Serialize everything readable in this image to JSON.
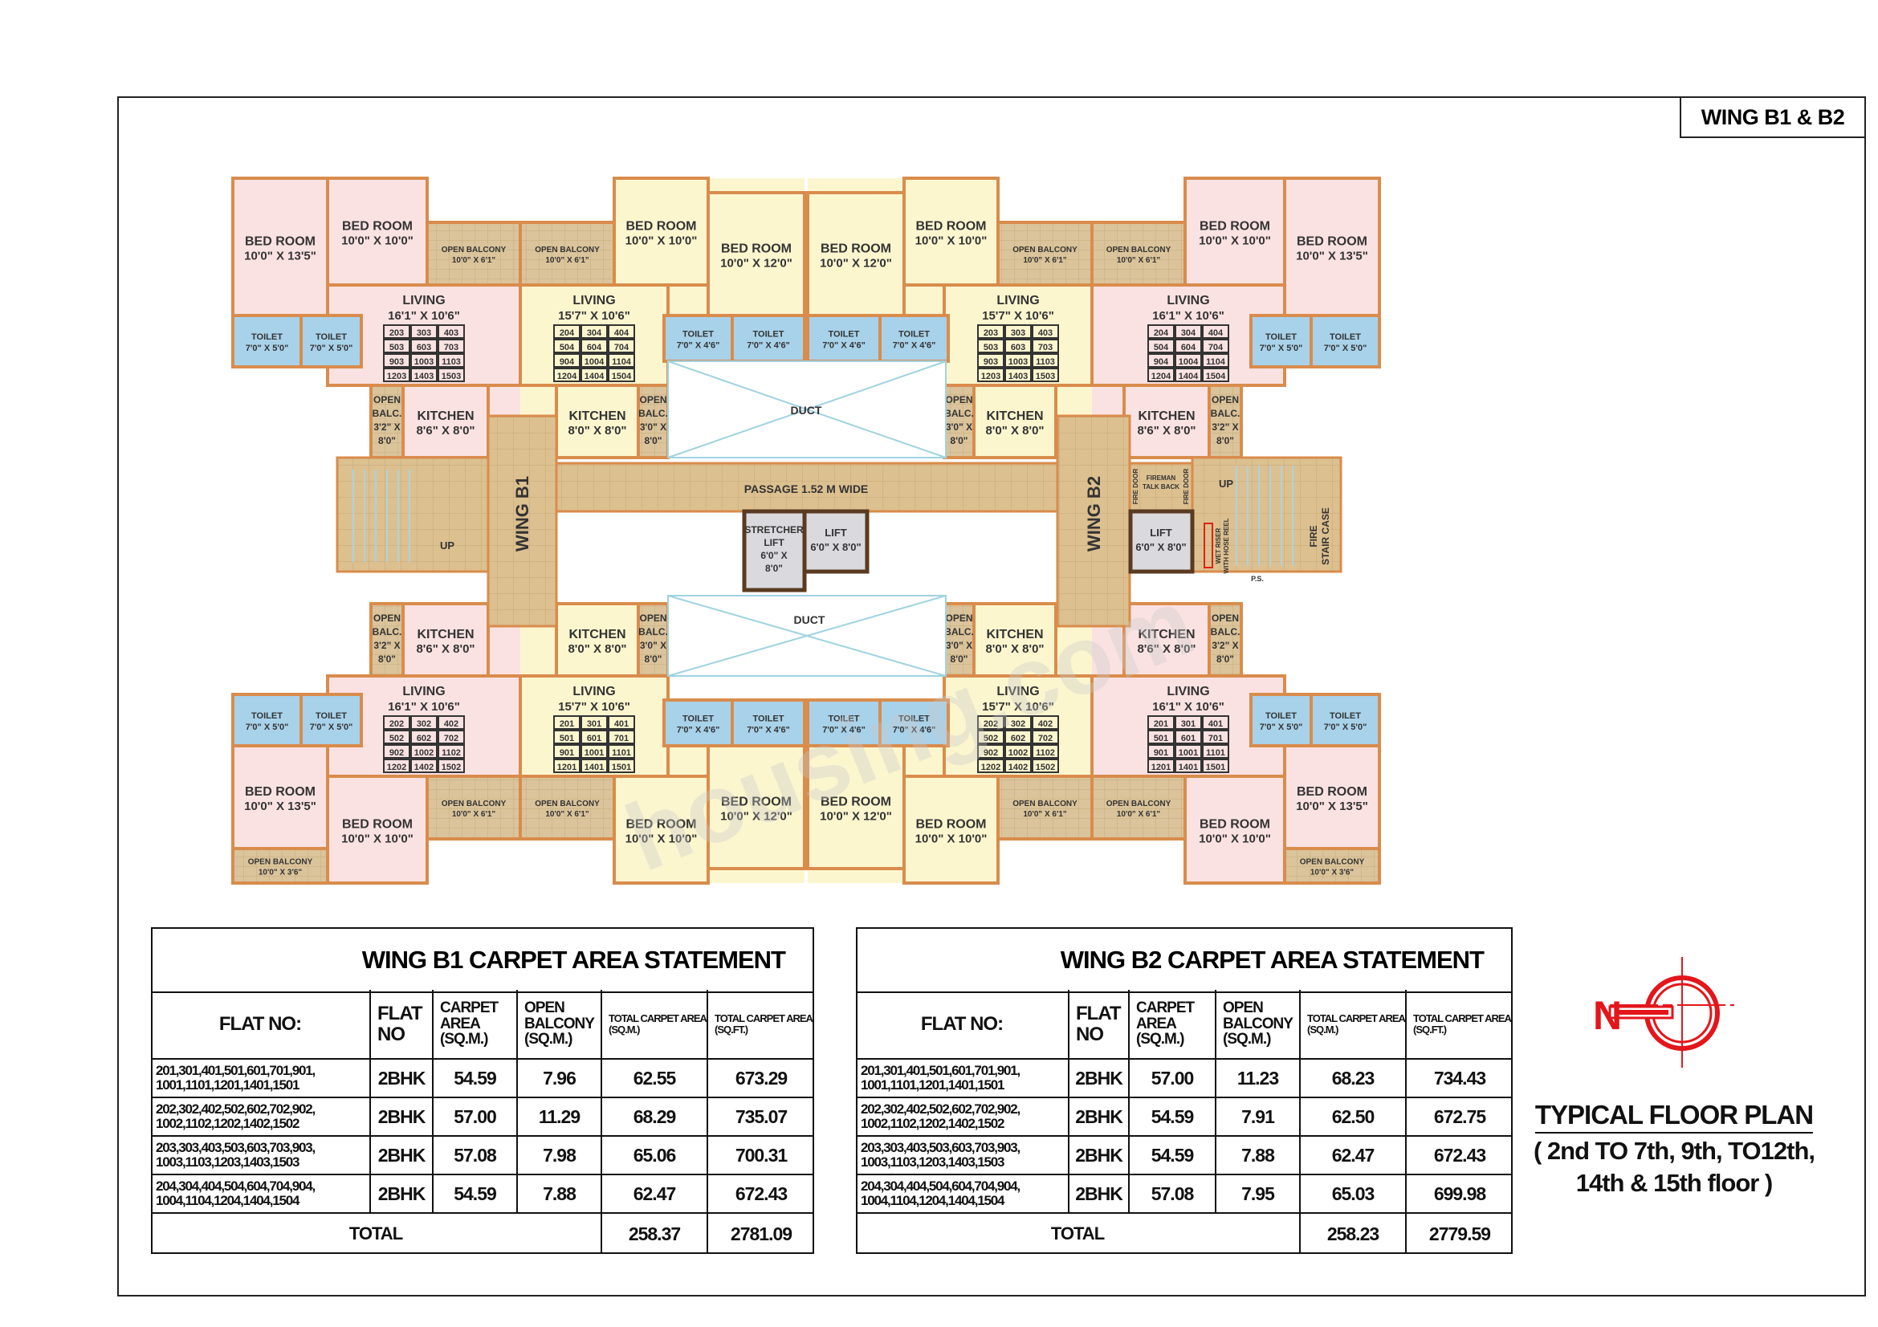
{
  "header": {
    "wing_label": "WING B1 & B2"
  },
  "watermark": "housing.com",
  "floor_plan": {
    "colors": {
      "pink": "#fbe2e2",
      "yellow": "#fcf6cf",
      "toilet": "#a8d2ea",
      "balcony": "#dbc49b",
      "passage": "#dcc090",
      "wall": "#d98c4c",
      "lift": "#d9d9de",
      "duct_line": "#9fd3e0"
    },
    "flats": [
      {
        "wing": "B1",
        "row": "top",
        "style": "pink",
        "flat_numbers": [
          "203",
          "303",
          "403",
          "503",
          "603",
          "703",
          "903",
          "1003",
          "1103",
          "1203",
          "1403",
          "1503"
        ],
        "rooms": [
          {
            "key": "master_bed",
            "name": "BED ROOM",
            "size": "10'0\" X 13'5\""
          },
          {
            "key": "bed2",
            "name": "BED ROOM",
            "size": "10'0\" X 10'0\""
          },
          {
            "key": "living",
            "name": "LIVING",
            "size": "16'1\" X 10'6\""
          },
          {
            "key": "toilet1",
            "name": "TOILET",
            "size": "7'0\" X 5'0\""
          },
          {
            "key": "toilet2",
            "name": "TOILET",
            "size": "7'0\" X 5'0\""
          },
          {
            "key": "balcony",
            "name": "OPEN BALCONY",
            "size": "10'0\" X 6'1\""
          },
          {
            "key": "kitchen",
            "name": "KITCHEN",
            "size": "8'6\" X 8'0\""
          },
          {
            "key": "kitchen_balcony",
            "lines": [
              "OPEN",
              "BALC.",
              "3'2\" X",
              "8'0\""
            ]
          }
        ]
      },
      {
        "wing": "B1",
        "row": "top",
        "style": "yellow",
        "flat_numbers": [
          "204",
          "304",
          "404",
          "504",
          "604",
          "704",
          "904",
          "1004",
          "1104",
          "1204",
          "1404",
          "1504"
        ],
        "rooms": [
          {
            "key": "living",
            "name": "LIVING",
            "size": "15'7\" X 10'6\""
          },
          {
            "key": "balcony",
            "name": "OPEN BALCONY",
            "size": "10'0\" X 6'1\""
          },
          {
            "key": "bed1",
            "name": "BED ROOM",
            "size": "10'0\" X 10'0\""
          },
          {
            "key": "bed2",
            "name": "BED ROOM",
            "size": "10'0\" X 12'0\""
          },
          {
            "key": "toilet1",
            "name": "TOILET",
            "size": "7'0\" X 4'6\""
          },
          {
            "key": "toilet2",
            "name": "TOILET",
            "size": "7'0\" X 4'6\""
          },
          {
            "key": "kitchen",
            "name": "KITCHEN",
            "size": "8'0\" X 8'0\""
          },
          {
            "key": "kitchen_balcony",
            "lines": [
              "OPEN",
              "BALC.",
              "3'0\" X",
              "8'0\""
            ]
          }
        ]
      },
      {
        "wing": "B2",
        "row": "top",
        "style": "yellow",
        "flat_numbers": [
          "203",
          "303",
          "403",
          "503",
          "603",
          "703",
          "903",
          "1003",
          "1103",
          "1203",
          "1403",
          "1503"
        ],
        "rooms": [
          {
            "key": "living",
            "name": "LIVING",
            "size": "15'7\" X 10'6\""
          },
          {
            "key": "balcony",
            "name": "OPEN BALCONY",
            "size": "10'0\" X 6'1\""
          },
          {
            "key": "bed1",
            "name": "BED ROOM",
            "size": "10'0\" X 10'0\""
          },
          {
            "key": "bed2",
            "name": "BED ROOM",
            "size": "10'0\" X 12'0\""
          },
          {
            "key": "toilet1",
            "name": "TOILET",
            "size": "7'0\" X 4'6\""
          },
          {
            "key": "toilet2",
            "name": "TOILET",
            "size": "7'0\" X 4'6\""
          },
          {
            "key": "kitchen",
            "name": "KITCHEN",
            "size": "8'0\" X 8'0\""
          },
          {
            "key": "kitchen_balcony",
            "lines": [
              "OPEN",
              "BALC.",
              "3'0\" X",
              "8'0\""
            ]
          }
        ]
      },
      {
        "wing": "B2",
        "row": "top",
        "style": "pink",
        "flat_numbers": [
          "204",
          "304",
          "404",
          "504",
          "604",
          "704",
          "904",
          "1004",
          "1104",
          "1204",
          "1404",
          "1504"
        ],
        "rooms": [
          {
            "key": "master_bed",
            "name": "BED ROOM",
            "size": "10'0\" X 13'5\""
          },
          {
            "key": "bed2",
            "name": "BED ROOM",
            "size": "10'0\" X 10'0\""
          },
          {
            "key": "living",
            "name": "LIVING",
            "size": "16'1\" X 10'6\""
          },
          {
            "key": "toilet1",
            "name": "TOILET",
            "size": "7'0\" X 5'0\""
          },
          {
            "key": "toilet2",
            "name": "TOILET",
            "size": "7'0\" X 5'0\""
          },
          {
            "key": "balcony",
            "name": "OPEN BALCONY",
            "size": "10'0\" X 6'1\""
          },
          {
            "key": "kitchen",
            "name": "KITCHEN",
            "size": "8'6\" X 8'0\""
          },
          {
            "key": "kitchen_balcony",
            "lines": [
              "OPEN",
              "BALC.",
              "3'2\" X",
              "8'0\""
            ]
          }
        ]
      },
      {
        "wing": "B1",
        "row": "bottom",
        "style": "pink",
        "flat_numbers": [
          "202",
          "302",
          "402",
          "502",
          "602",
          "702",
          "902",
          "1002",
          "1102",
          "1202",
          "1402",
          "1502"
        ],
        "rooms": [
          {
            "key": "master_bed",
            "name": "BED ROOM",
            "size": "10'0\" X 13'5\""
          },
          {
            "key": "bed2",
            "name": "BED ROOM",
            "size": "10'0\" X 10'0\""
          },
          {
            "key": "living",
            "name": "LIVING",
            "size": "16'1\" X 10'6\""
          },
          {
            "key": "toilet1",
            "name": "TOILET",
            "size": "7'0\" X 5'0\""
          },
          {
            "key": "toilet2",
            "name": "TOILET",
            "size": "7'0\" X 5'0\""
          },
          {
            "key": "balcony",
            "name": "OPEN BALCONY",
            "size": "10'0\" X 6'1\""
          },
          {
            "key": "kitchen",
            "name": "KITCHEN",
            "size": "8'6\" X 8'0\""
          },
          {
            "key": "kitchen_balcony",
            "lines": [
              "OPEN",
              "BALC.",
              "3'2\" X",
              "8'0\""
            ]
          },
          {
            "key": "master_balcony",
            "name": "OPEN BALCONY",
            "size": "10'0\" X 3'6\""
          }
        ]
      },
      {
        "wing": "B1",
        "row": "bottom",
        "style": "yellow",
        "flat_numbers": [
          "201",
          "301",
          "401",
          "501",
          "601",
          "701",
          "901",
          "1001",
          "1101",
          "1201",
          "1401",
          "1501"
        ],
        "rooms": [
          {
            "key": "living",
            "name": "LIVING",
            "size": "15'7\" X 10'6\""
          },
          {
            "key": "balcony",
            "name": "OPEN BALCONY",
            "size": "10'0\" X 6'1\""
          },
          {
            "key": "bed1",
            "name": "BED ROOM",
            "size": "10'0\" X 10'0\""
          },
          {
            "key": "bed2",
            "name": "BED ROOM",
            "size": "10'0\" X 12'0\""
          },
          {
            "key": "toilet1",
            "name": "TOILET",
            "size": "7'0\" X 4'6\""
          },
          {
            "key": "toilet2",
            "name": "TOILET",
            "size": "7'0\" X 4'6\""
          },
          {
            "key": "kitchen",
            "name": "KITCHEN",
            "size": "8'0\" X 8'0\""
          },
          {
            "key": "kitchen_balcony",
            "lines": [
              "OPEN",
              "BALC.",
              "3'0\" X",
              "8'0\""
            ]
          }
        ]
      },
      {
        "wing": "B2",
        "row": "bottom",
        "style": "yellow",
        "flat_numbers": [
          "202",
          "302",
          "402",
          "502",
          "602",
          "702",
          "902",
          "1002",
          "1102",
          "1202",
          "1402",
          "1502"
        ],
        "rooms": [
          {
            "key": "living",
            "name": "LIVING",
            "size": "15'7\" X 10'6\""
          },
          {
            "key": "balcony",
            "name": "OPEN BALCONY",
            "size": "10'0\" X 6'1\""
          },
          {
            "key": "bed1",
            "name": "BED ROOM",
            "size": "10'0\" X 10'0\""
          },
          {
            "key": "bed2",
            "name": "BED ROOM",
            "size": "10'0\" X 12'0\""
          },
          {
            "key": "toilet1",
            "name": "TOILET",
            "size": "7'0\" X 4'6\""
          },
          {
            "key": "toilet2",
            "name": "TOILET",
            "size": "7'0\" X 4'6\""
          },
          {
            "key": "kitchen",
            "name": "KITCHEN",
            "size": "8'0\" X 8'0\""
          },
          {
            "key": "kitchen_balcony",
            "lines": [
              "OPEN",
              "BALC.",
              "3'0\" X",
              "8'0\""
            ]
          }
        ]
      },
      {
        "wing": "B2",
        "row": "bottom",
        "style": "pink",
        "flat_numbers": [
          "201",
          "301",
          "401",
          "501",
          "601",
          "701",
          "901",
          "1001",
          "1101",
          "1201",
          "1401",
          "1501"
        ],
        "rooms": [
          {
            "key": "master_bed",
            "name": "BED ROOM",
            "size": "10'0\" X 13'5\""
          },
          {
            "key": "bed2",
            "name": "BED ROOM",
            "size": "10'0\" X 10'0\""
          },
          {
            "key": "living",
            "name": "LIVING",
            "size": "16'1\" X 10'6\""
          },
          {
            "key": "toilet1",
            "name": "TOILET",
            "size": "7'0\" X 5'0\""
          },
          {
            "key": "toilet2",
            "name": "TOILET",
            "size": "7'0\" X 5'0\""
          },
          {
            "key": "balcony",
            "name": "OPEN BALCONY",
            "size": "10'0\" X 6'1\""
          },
          {
            "key": "kitchen",
            "name": "KITCHEN",
            "size": "8'6\" X 8'0\""
          },
          {
            "key": "kitchen_balcony",
            "lines": [
              "OPEN",
              "BALC.",
              "3'2\" X",
              "8'0\""
            ]
          },
          {
            "key": "master_balcony",
            "name": "OPEN BALCONY",
            "size": "10'0\" X 3'6\""
          }
        ]
      }
    ],
    "core": {
      "passage": "PASSAGE 1.52 M WIDE",
      "wing_b1": "WING B1",
      "wing_b2": "WING B2",
      "duct_top": "DUCT",
      "duct_bottom": "DUCT",
      "stair_up_left": "UP",
      "stair_up_right": "UP",
      "stretcher_lift": [
        "STRETCHER",
        "LIFT",
        "6'0\" X",
        "8'0\""
      ],
      "lift_center": [
        "LIFT",
        "6'0\" X 8'0\""
      ],
      "lift_right": [
        "LIFT",
        "6'0\" X 8'0\""
      ],
      "fire_door": "FIRE DOOR",
      "fireman_talk_back": [
        "FIREMAN",
        "TALK BACK"
      ],
      "wet_riser": [
        "WET RISER",
        "WITH HOSE REEL"
      ],
      "fire_stair": [
        "FIRE",
        "STAIR CASE"
      ],
      "ps": "P.S."
    }
  },
  "tables": [
    {
      "title": "WING B1 CARPET AREA STATEMENT",
      "headers": [
        "FLAT  NO:",
        "FLAT NO",
        "CARPET AREA (SQ.M.)",
        "OPEN BALCONY (SQ.M.)",
        "TOTAL CARPET AREA (SQ.M.)",
        "TOTAL CARPET AREA (SQ.FT.)"
      ],
      "rows": [
        [
          "201,301,401,501,601,701,901, 1001,1101,1201,1401,1501",
          "2BHK",
          "54.59",
          "7.96",
          "62.55",
          "673.29"
        ],
        [
          "202,302,402,502,602,702,902, 1002,1102,1202,1402,1502",
          "2BHK",
          "57.00",
          "11.29",
          "68.29",
          "735.07"
        ],
        [
          "203,303,403,503,603,703,903, 1003,1103,1203,1403,1503",
          "2BHK",
          "57.08",
          "7.98",
          "65.06",
          "700.31"
        ],
        [
          "204,304,404,504,604,704,904, 1004,1104,1204,1404,1504",
          "2BHK",
          "54.59",
          "7.88",
          "62.47",
          "672.43"
        ]
      ],
      "total_label": "TOTAL",
      "total_sqm": "258.37",
      "total_sqft": "2781.09"
    },
    {
      "title": "WING B2 CARPET AREA STATEMENT",
      "headers": [
        "FLAT  NO:",
        "FLAT NO",
        "CARPET AREA (SQ.M.)",
        "OPEN BALCONY (SQ.M.)",
        "TOTAL CARPET AREA (SQ.M.)",
        "TOTAL CARPET AREA (SQ.FT.)"
      ],
      "rows": [
        [
          "201,301,401,501,601,701,901, 1001,1101,1201,1401,1501",
          "2BHK",
          "57.00",
          "11.23",
          "68.23",
          "734.43"
        ],
        [
          "202,302,402,502,602,702,902, 1002,1102,1202,1402,1502",
          "2BHK",
          "54.59",
          "7.91",
          "62.50",
          "672.75"
        ],
        [
          "203,303,403,503,603,703,903, 1003,1103,1203,1403,1503",
          "2BHK",
          "54.59",
          "7.88",
          "62.47",
          "672.43"
        ],
        [
          "204,304,404,504,604,704,904, 1004,1104,1204,1404,1504",
          "2BHK",
          "57.08",
          "7.95",
          "65.03",
          "699.98"
        ]
      ],
      "total_label": "TOTAL",
      "total_sqm": "258.23",
      "total_sqft": "2779.59"
    }
  ],
  "north_arrow": {
    "letter": "N",
    "color": "#e3161b"
  },
  "title_block": {
    "title": "TYPICAL FLOOR PLAN",
    "subtitle_line1": "( 2nd TO 7th, 9th, TO12th,",
    "subtitle_line2": "14th & 15th floor )"
  }
}
